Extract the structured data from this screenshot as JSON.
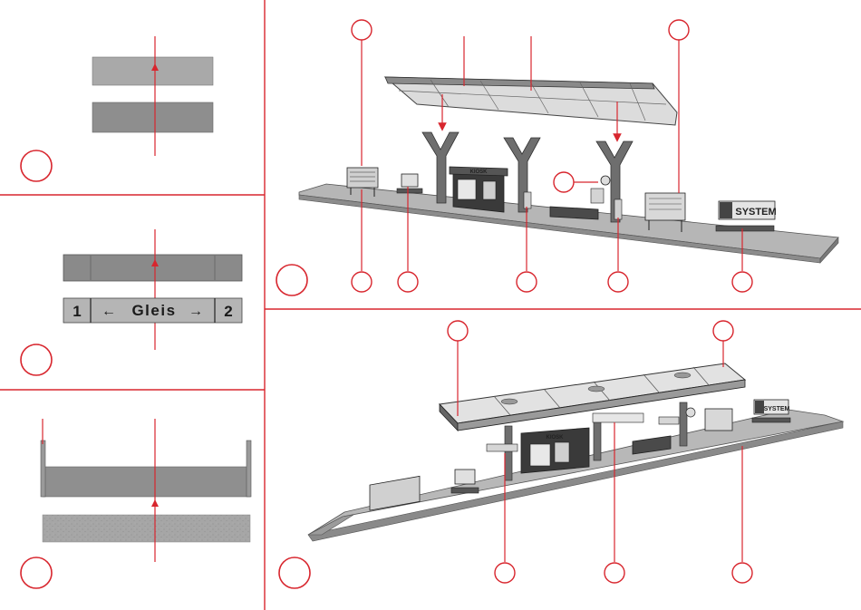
{
  "colors": {
    "accent_red": "#d8262e",
    "part_light": "#a9a9a9",
    "part_dark": "#8e8e8e",
    "platform": "#b3b3b3"
  },
  "step2": {
    "track_sign": {
      "left_number": "1",
      "center_label": "Gleis",
      "right_number": "2",
      "left_arrow": "←",
      "right_arrow": "→"
    }
  },
  "step4": {
    "ad_sign_text": "SYSTEM",
    "shop_sign_text": "KIOSK"
  },
  "step5": {
    "ad_sign_text": "SYSTEM",
    "shop_sign_text": "KIOSK"
  },
  "icons": {
    "step_marker": "circle-outline",
    "callout_marker": "circle-outline",
    "direction_arrow": "arrow-up-icon"
  }
}
